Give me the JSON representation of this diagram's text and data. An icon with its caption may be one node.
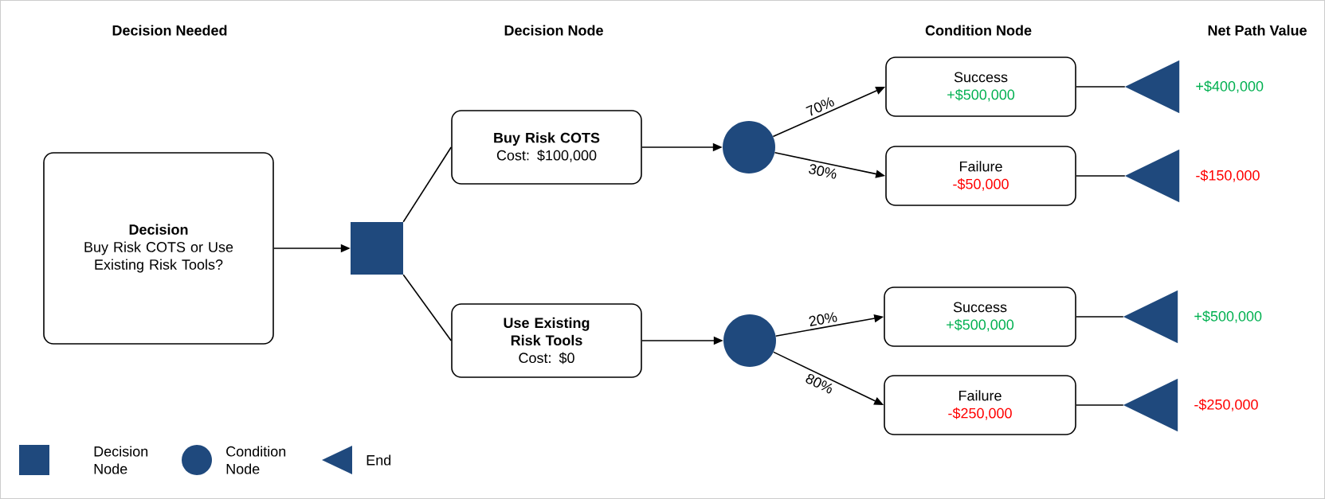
{
  "diagram": {
    "nodes": [
      {
        "text": [
          "Decision",
          "Buy Risk COTS or Use Existing Risk Tools?"
        ]
      },
      {
        "text": [],
        "shape": "box"
      },
      {
        "text": [
          "Buy Risk COTS",
          "Cost: $100,000"
        ]
      },
      {
        "text": [
          "Use Existing Risk Tools",
          "Cost: $0"
        ]
      },
      {
        "text": [],
        "shape": "circle"
      },
      {
        "text": [
          "Success",
          "+$500,000"
        ]
      },
      {
        "text": [
          "Failure",
          "-$50,000"
        ]
      },
      {
        "text": [],
        "shape": "triangle",
        "beside": [
          "+$400,000"
        ]
      },
      {
        "text": [],
        "shape": "triangle",
        "beside": [
          "-$150,000"
        ]
      },
      {
        "text": [],
        "shape": "circle"
      },
      {
        "text": [
          "Success",
          "+$500,000"
        ]
      },
      {
        "text": [
          "Failure",
          "-$250,000"
        ]
      },
      {
        "text": [],
        "shape": "triangle",
        "beside": [
          "+$500,000"
        ]
      },
      {
        "text": [],
        "shape": "triangle",
        "beside": [
          "-$250,000"
        ]
      }
    ],
    "edges": [
      {
        "from": 0,
        "to": 1,
        "arrow": "to"
      },
      {
        "from": 1,
        "to": 2,
        "arrow": "none"
      },
      {
        "from": 1,
        "to": 3,
        "arrow": "none"
      },
      {
        "from": 2,
        "to": 4,
        "arrow": "to"
      },
      {
        "from": 3,
        "to": 9,
        "arrow": "to"
      },
      {
        "from": 4,
        "to": 5,
        "arrow": "to",
        "label": "70%"
      },
      {
        "from": 4,
        "to": 6,
        "arrow": "to",
        "label": "30%"
      },
      {
        "from": 9,
        "to": 10,
        "arrow": "to",
        "label": "20%"
      },
      {
        "from": 9,
        "to": 11,
        "arrow": "to",
        "label": "80%"
      },
      {
        "from": 5,
        "to": 7,
        "arrow": "none"
      },
      {
        "from": 6,
        "to": 8,
        "arrow": "none"
      },
      {
        "from": 10,
        "to": 12,
        "arrow": "none"
      },
      {
        "from": 11,
        "to": 13,
        "arrow": "none"
      }
    ],
    "labels": [
      "Decision Needed",
      "Decision Node",
      "Condition Node",
      "Net Path Value"
    ],
    "legend": [
      {
        "text": "Decision Node"
      },
      {
        "text": "Condition Node"
      },
      {
        "text": "End"
      }
    ]
  }
}
